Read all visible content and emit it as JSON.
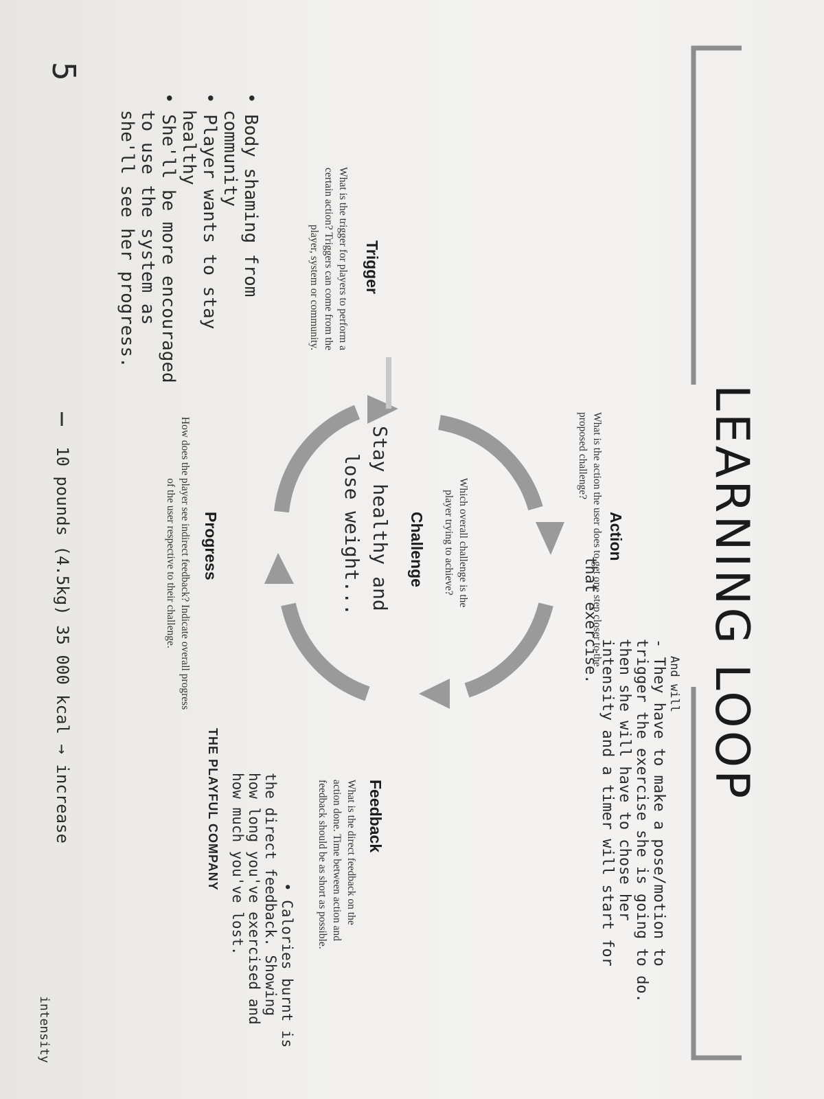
{
  "title": "LEARNING LOOP",
  "brand": "THE PLAYFUL COMPANY",
  "action": {
    "heading": "Action",
    "description": "What is the action the user does to get one step closer to the proposed challenge?"
  },
  "challenge": {
    "heading": "Challenge",
    "description": "Which overall challenge is the player trying to achieve?"
  },
  "feedback": {
    "heading": "Feedback",
    "description": "What is the direct feedback on the action done. Time between action and feedback should be as short as possible."
  },
  "progress": {
    "heading": "Progress",
    "description": "How does the player see indirect feedback? Indicate overall progress of the user respective to their challenge."
  },
  "trigger": {
    "heading": "Trigger",
    "description": "What is the trigger for players to perform a certain action? Triggers can come from the player, system or community."
  },
  "handwriting": {
    "action_lines": [
      "And will",
      "- They have to make a pose/motion to",
      "trigger the exercise she is going to do.",
      "then she will have to chose her",
      "intensity and a timer will start for",
      "that exercise."
    ],
    "challenge_lines": [
      "Stay healthy and",
      "lose weight..."
    ],
    "feedback_lines": [
      "• Calories burnt is",
      "the direct feedback. Showing",
      "how long you've exercised and",
      "how much you've lost."
    ],
    "trigger_lines": [
      "• Body shaming from",
      "community",
      "• Player wants to stay",
      "healthy",
      "• She'll be more encouraged",
      "to use the system as",
      "she'll see her progress."
    ],
    "progress_line": "10 pounds (4.5kg) 35 000 kcal → increase",
    "progress_line2": "intensity",
    "margin_number": "5"
  }
}
